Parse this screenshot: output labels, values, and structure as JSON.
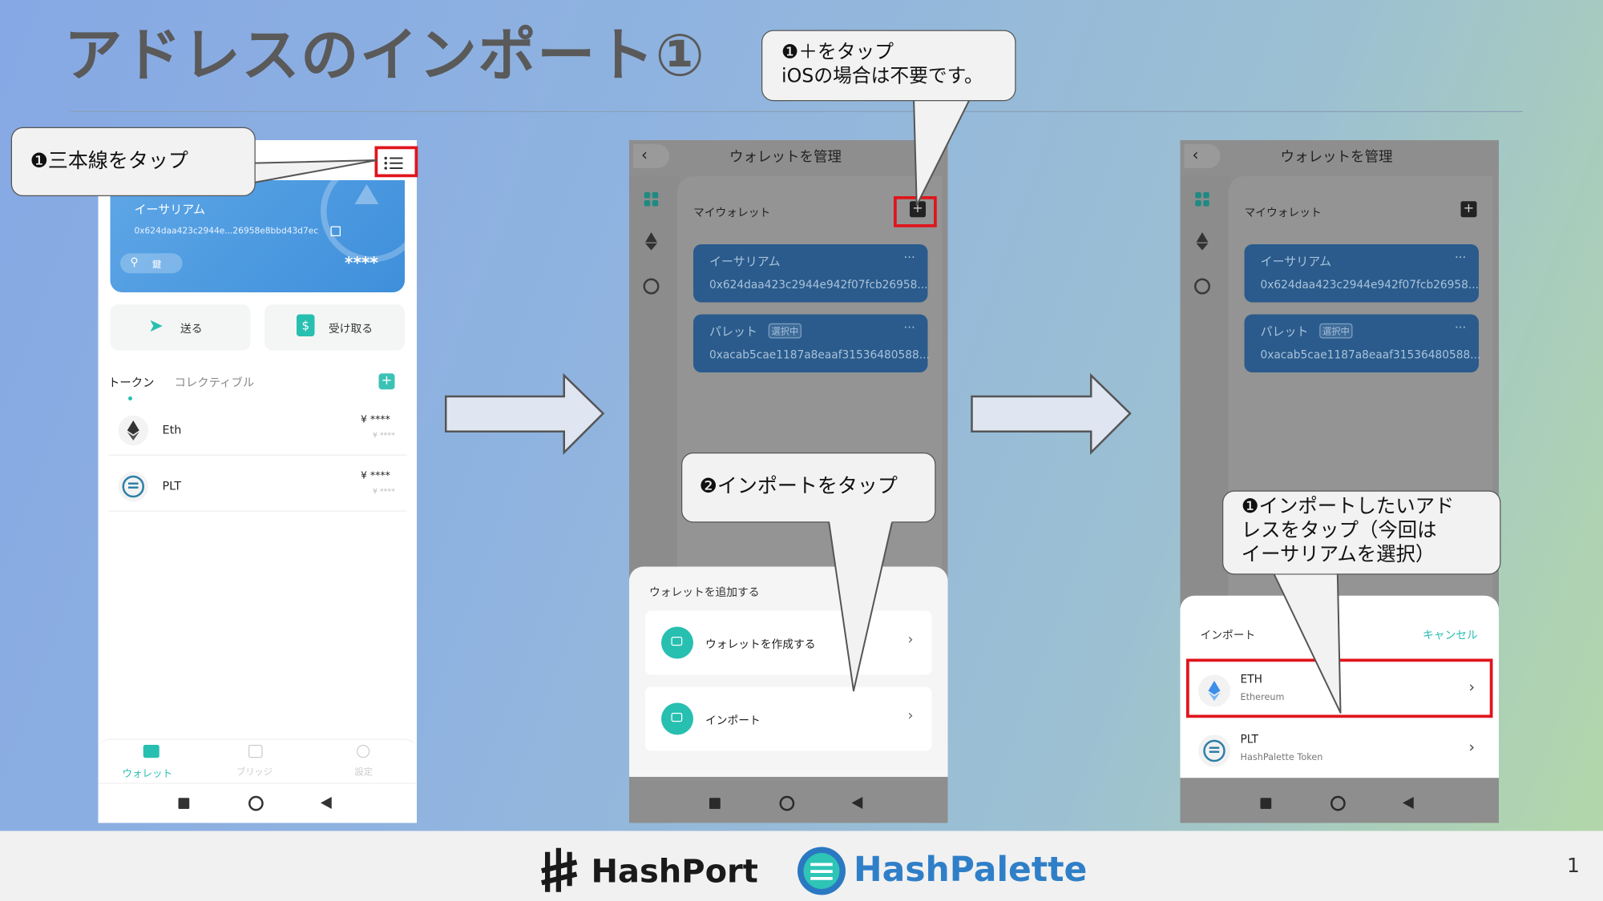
{
  "slide": {
    "title": "アドレスのインポート①",
    "page_number": "1",
    "footer": {
      "brand_1": "HashPort",
      "brand_2": "HashPalette"
    }
  },
  "callouts": {
    "c1": "❶三本線をタップ",
    "c2": "❶＋をタップ\niOSの場合は不要です。",
    "c3": "❷インポートをタップ",
    "c4": "❶インポートしたいアド\nレスをタップ（今回は\nイーサリアムを選択）"
  },
  "phone1": {
    "card": {
      "name": "イーサリアム",
      "address": "0x624daa423c2944e...26958e8bbd43d7ec",
      "key_label": "鍵",
      "balance": "****"
    },
    "actions": {
      "send": "送る",
      "receive": "受け取る"
    },
    "tabs": {
      "tokens": "トークン",
      "collectibles": "コレクティブル"
    },
    "tokens": [
      {
        "name": "Eth",
        "amount": "¥ ****",
        "sub": "¥ ****"
      },
      {
        "name": "PLT",
        "amount": "¥ ****",
        "sub": "¥ ****"
      }
    ],
    "bottom_nav": {
      "wallet": "ウォレット",
      "bridge": "ブリッジ",
      "settings": "設定"
    }
  },
  "phone2": {
    "header": "ウォレットを管理",
    "section": "マイウォレット",
    "wallets": [
      {
        "name": "イーサリアム",
        "address": "0x624daa423c2944e942f07fcb26958..."
      },
      {
        "name": "パレット",
        "badge": "選択中",
        "address": "0xacab5cae1187a8eaaf31536480588..."
      }
    ],
    "sheet": {
      "title": "ウォレットを追加する",
      "create": "ウォレットを作成する",
      "import": "インポート"
    }
  },
  "phone3": {
    "header": "ウォレットを管理",
    "section": "マイウォレット",
    "wallets": [
      {
        "name": "イーサリアム",
        "address": "0x624daa423c2944e942f07fcb26958..."
      },
      {
        "name": "パレット",
        "badge": "選択中",
        "address": "0xacab5cae1187a8eaaf31536480588..."
      }
    ],
    "sheet": {
      "title": "インポート",
      "cancel": "キャンセル",
      "items": [
        {
          "symbol": "ETH",
          "name": "Ethereum"
        },
        {
          "symbol": "PLT",
          "name": "HashPalette Token"
        }
      ]
    }
  },
  "colors": {
    "accent_teal": "#27bfb0",
    "wallet_card_blue": "#3e8fdb",
    "highlight_red": "#e0151c"
  }
}
